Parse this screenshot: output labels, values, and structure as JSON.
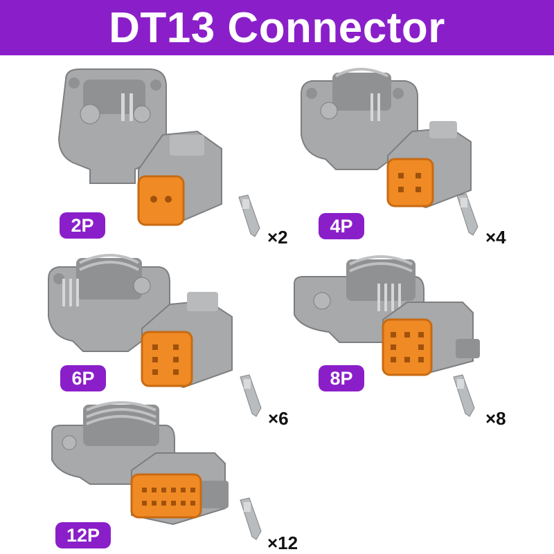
{
  "title": "DT13 Connector",
  "colors": {
    "banner": "#8a1fc9",
    "housing": "#a7a9ab",
    "seal": "#f08a24",
    "terminal": "#b9bcbf"
  },
  "products": [
    {
      "label": "2P",
      "qty": "×2",
      "pins": 2
    },
    {
      "label": "4P",
      "qty": "×4",
      "pins": 4
    },
    {
      "label": "6P",
      "qty": "×6",
      "pins": 6
    },
    {
      "label": "8P",
      "qty": "×8",
      "pins": 8
    },
    {
      "label": "12P",
      "qty": "×12",
      "pins": 12
    }
  ]
}
